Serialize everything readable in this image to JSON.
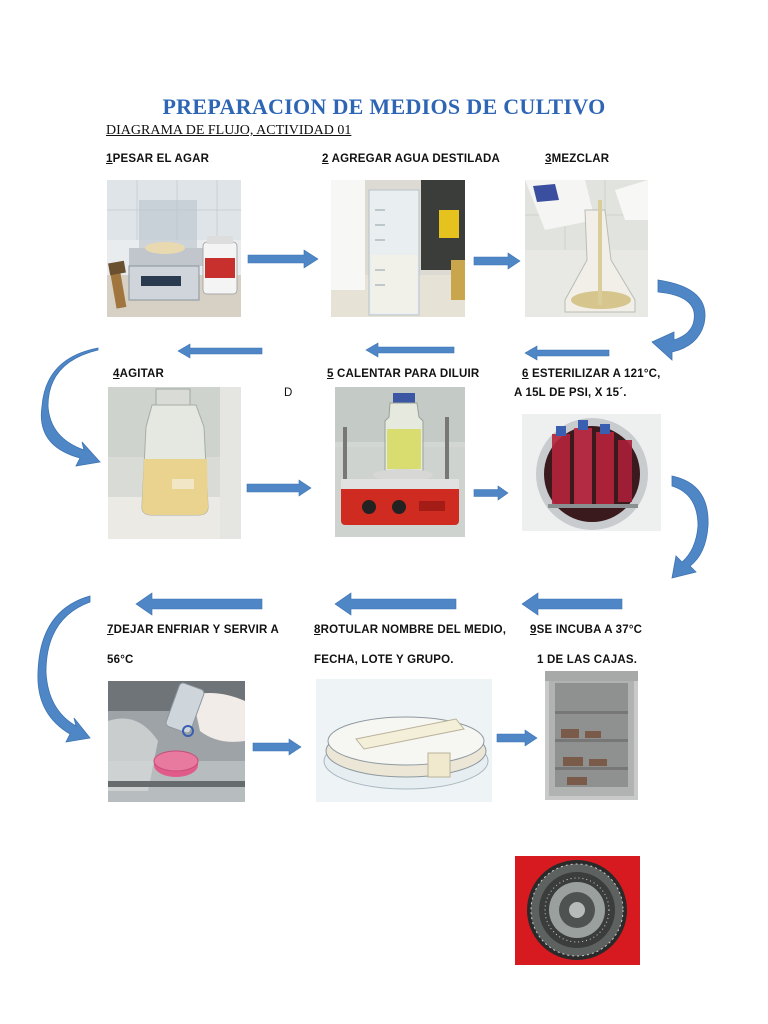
{
  "title": "PREPARACION DE MEDIOS DE CULTIVO",
  "subtitle": "DIAGRAMA DE FLUJO, ACTIVIDAD 01",
  "steps": [
    {
      "num": "1",
      "text": "PESAR EL AGAR"
    },
    {
      "num": "2",
      "text": " AGREGAR AGUA DESTILADA"
    },
    {
      "num": "3",
      "text": "MEZCLAR"
    },
    {
      "num": "4",
      "text": "AGITAR"
    },
    {
      "num": "5",
      "text": " CALENTAR PARA DILUIR"
    },
    {
      "num": "6",
      "text": "  ESTERILIZAR A 121°C,",
      "line2": "A 15L DE PSI, X 15´."
    },
    {
      "num": "7",
      "text": "DEJAR ENFRIAR Y SERVIR A",
      "line2": "56°C"
    },
    {
      "num": "8",
      "text": "ROTULAR NOMBRE DEL MEDIO,",
      "line2": "FECHA, LOTE Y GRUPO."
    },
    {
      "num": "9",
      "text": "SE  INCUBA A 37°C",
      "line2": "1 DE LAS CAJAS."
    }
  ],
  "stray_letter": "D",
  "arrow_color": "#4f86c6"
}
